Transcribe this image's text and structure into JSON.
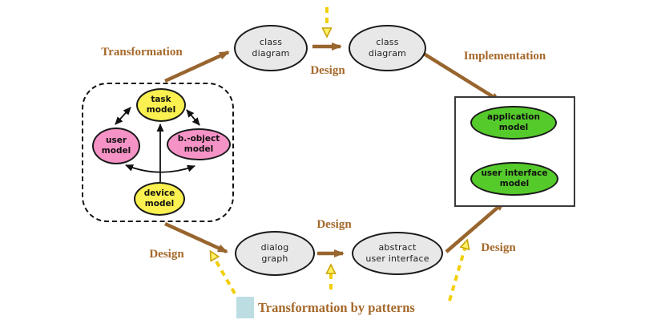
{
  "diagram": {
    "flow_labels": {
      "transformation": "Transformation",
      "design_top": "Design",
      "implementation": "Implementation",
      "design_bottom_left": "Design",
      "design_bottom_middle": "Design",
      "design_bottom_right": "Design",
      "transformation_by_patterns": "Transformation by patterns"
    },
    "nodes": {
      "task_model": {
        "label": "task\nmodel",
        "color": "#FAF150"
      },
      "user_model": {
        "label": "user\nmodel",
        "color": "#F693C6"
      },
      "b_object_model": {
        "label": "b.-object\nmodel",
        "color": "#F693C6"
      },
      "device_model": {
        "label": "device\nmodel",
        "color": "#FAF150"
      },
      "class_diagram_1": {
        "label": "class\ndiagram",
        "color": "#E8E8E8"
      },
      "class_diagram_2": {
        "label": "class\ndiagram",
        "color": "#E8E8E8"
      },
      "dialog_graph": {
        "label": "dialog\ngraph",
        "color": "#E8E8E8"
      },
      "abstract_user_interface": {
        "label": "abstract\nuser interface",
        "color": "#E8E8E8"
      },
      "application_model": {
        "label": "application\nmodel",
        "color": "#55CB2B"
      },
      "user_interface_model": {
        "label": "user interface\nmodel",
        "color": "#55CB2B"
      }
    },
    "colors": {
      "solid_arrow_brown": "#98652E",
      "dashed_arrow_yellow": "#F2CF0A",
      "label_text_brown": "#A5682A",
      "inner_arrow_black": "#111111",
      "legend_square_blue": "#BCDEE3"
    }
  }
}
